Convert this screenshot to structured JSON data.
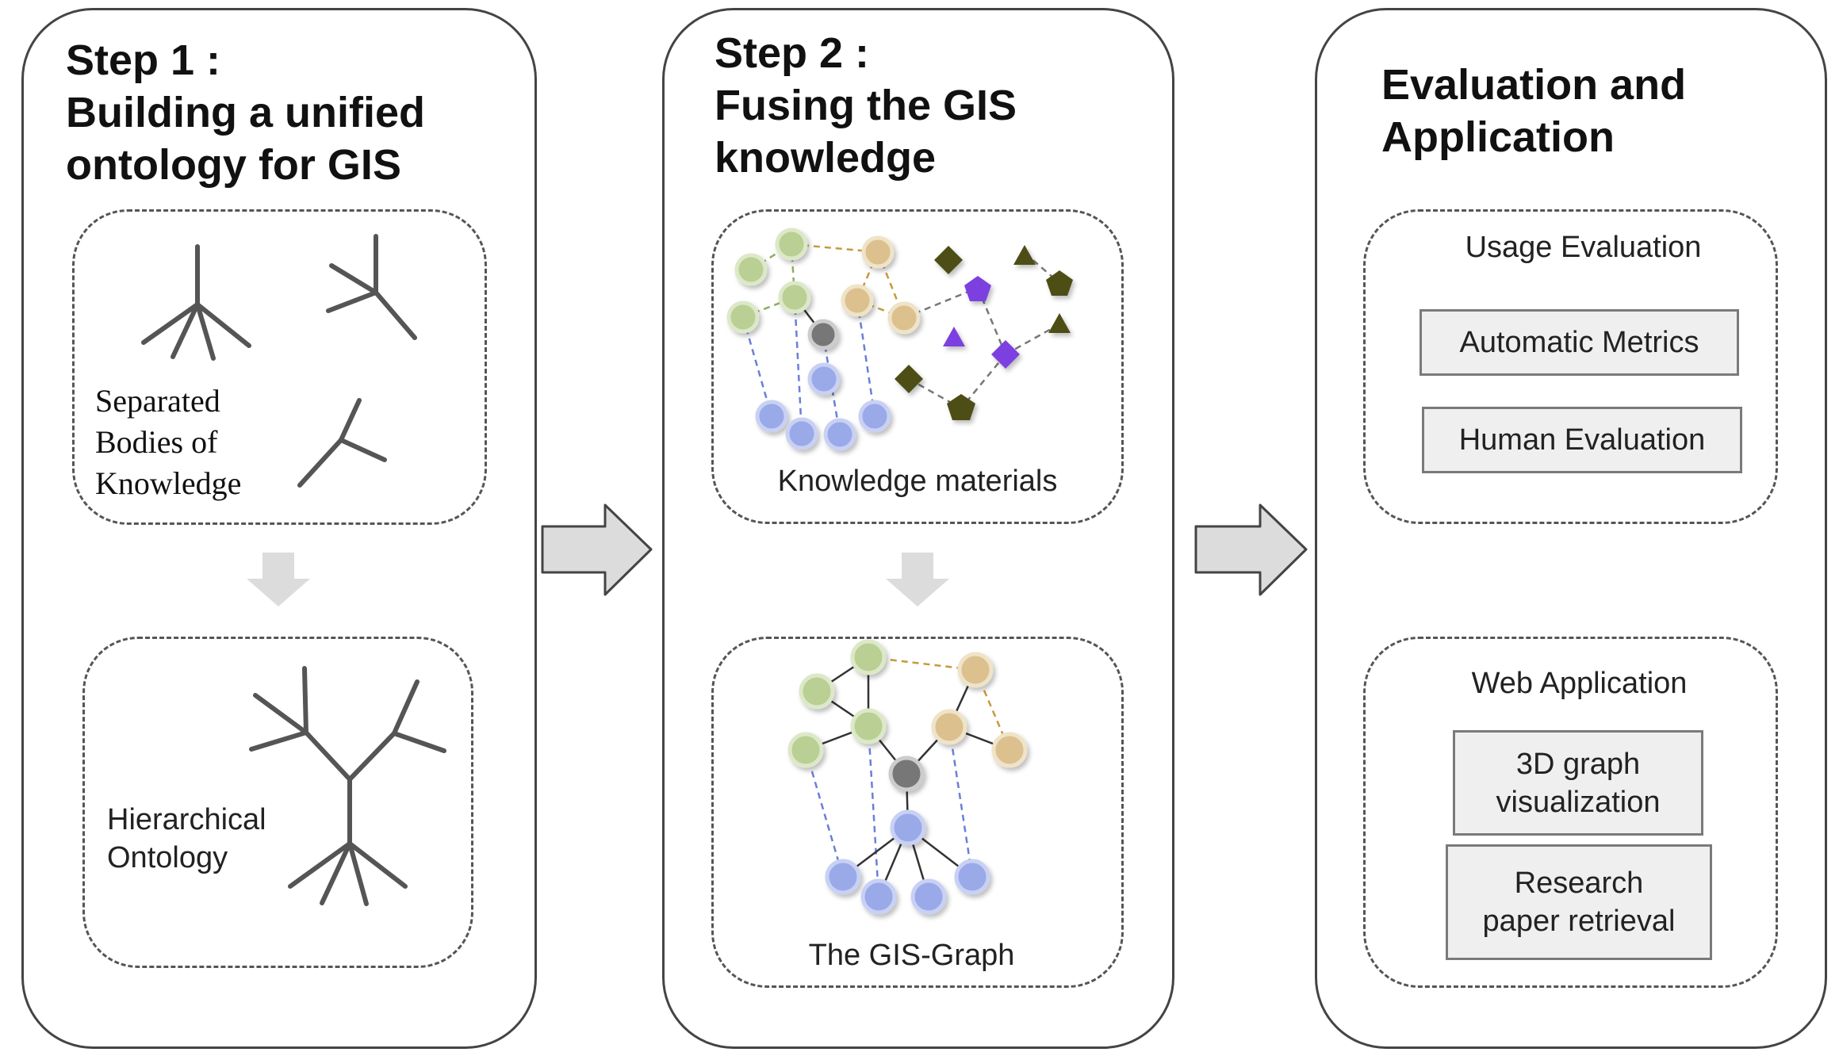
{
  "step1": {
    "title": "Step 1 :\nBuilding a unified\nontology for GIS",
    "separated_label": "Separated\nBodies of\nKnowledge",
    "hierarchical_label": "Hierarchical\nOntology"
  },
  "step2": {
    "title": "Step 2 :\nFusing the GIS\nknowledge",
    "materials_label": "Knowledge materials",
    "graph_label": "The GIS-Graph"
  },
  "step3": {
    "title": "Evaluation and\nApplication",
    "usage": {
      "title": "Usage Evaluation",
      "items": [
        "Automatic Metrics",
        "Human Evaluation"
      ]
    },
    "web": {
      "title": "Web Application",
      "items": [
        "3D graph\nvisualization",
        "Research\npaper retrieval"
      ]
    }
  },
  "colors": {
    "green_node": "#b9cf94",
    "orange_node": "#dcc08e",
    "blue_node": "#9aa9e8",
    "gray_node": "#777777",
    "purple_shape": "#7b3fe0",
    "olive_shape": "#4d4d19",
    "arrow_fill": "#dcdcdc"
  }
}
